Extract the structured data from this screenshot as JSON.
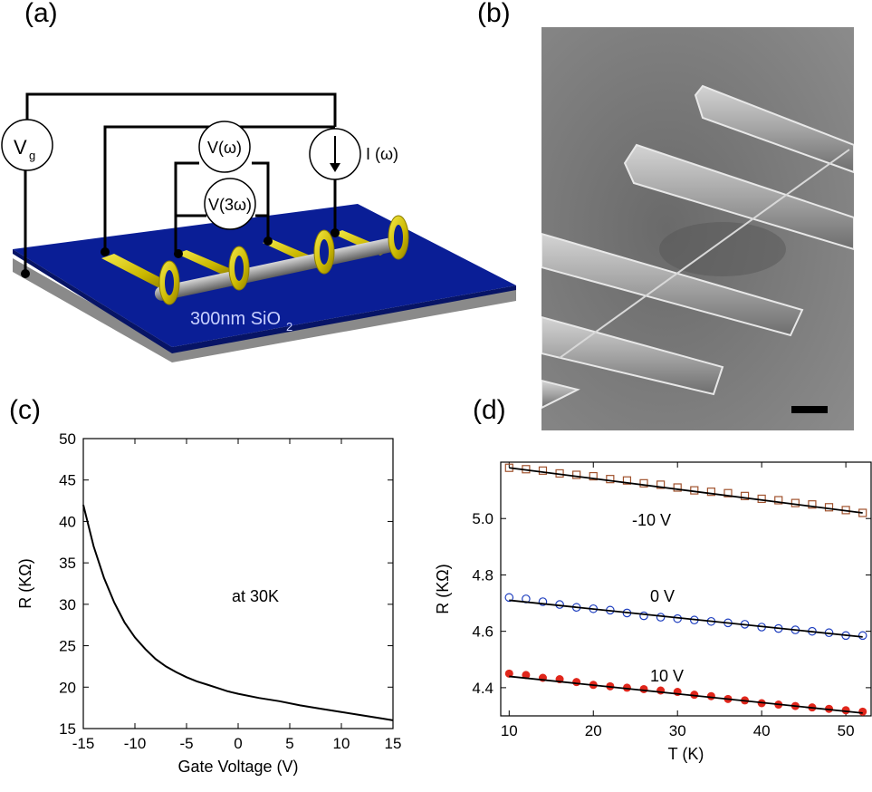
{
  "labels": {
    "a": "(a)",
    "b": "(b)",
    "c": "(c)",
    "d": "(d)"
  },
  "schematic": {
    "vg": "V",
    "vg_sub": "g",
    "v_omega": "V(ω)",
    "v_3omega": "V(3ω)",
    "i_omega": "I (ω)",
    "substrate_text": "300nm SiO",
    "substrate_sub": "2",
    "colors": {
      "substrate": "#0a1e96",
      "gold": "#d6c400",
      "wire": "#9a9a9a"
    }
  },
  "chart_data": [
    {
      "type": "line",
      "panel": "c",
      "xlabel": "Gate Voltage (V)",
      "ylabel": "R (KΩ)",
      "xlim": [
        -15,
        15
      ],
      "ylim": [
        15,
        50
      ],
      "xticks": [
        -15,
        -10,
        -5,
        0,
        5,
        10,
        15
      ],
      "yticks": [
        15,
        20,
        25,
        30,
        35,
        40,
        45,
        50
      ],
      "annotation": "at 30K",
      "series": [
        {
          "x": [
            -15,
            -14,
            -13,
            -12,
            -11,
            -10,
            -9,
            -8,
            -7,
            -6,
            -5,
            -4,
            -3,
            -2,
            -1,
            0,
            2,
            4,
            6,
            8,
            10,
            12,
            14,
            15
          ],
          "values": [
            42,
            37,
            33.2,
            30.2,
            27.8,
            26,
            24.6,
            23.4,
            22.5,
            21.8,
            21.2,
            20.7,
            20.3,
            19.9,
            19.5,
            19.2,
            18.7,
            18.3,
            17.8,
            17.4,
            17.0,
            16.6,
            16.2,
            16.0
          ]
        }
      ]
    },
    {
      "type": "scatter",
      "panel": "d",
      "xlabel": "T (K)",
      "ylabel": "R (KΩ)",
      "xlim": [
        9,
        53
      ],
      "ylim": [
        4.3,
        5.2
      ],
      "xticks": [
        10,
        20,
        30,
        40,
        50
      ],
      "yticks": [
        4.4,
        4.6,
        4.8,
        5.0
      ],
      "series": [
        {
          "name": "-10 V",
          "marker": "open-square",
          "color": "#a0522d",
          "x": [
            10,
            12,
            14,
            16,
            18,
            20,
            22,
            24,
            26,
            28,
            30,
            32,
            34,
            36,
            38,
            40,
            42,
            44,
            46,
            48,
            50,
            52
          ],
          "values": [
            5.18,
            5.175,
            5.17,
            5.16,
            5.155,
            5.15,
            5.14,
            5.135,
            5.125,
            5.12,
            5.11,
            5.1,
            5.095,
            5.09,
            5.08,
            5.07,
            5.065,
            5.055,
            5.05,
            5.04,
            5.03,
            5.02
          ],
          "fit": [
            5.18,
            5.02
          ]
        },
        {
          "name": "0 V",
          "marker": "open-circle",
          "color": "#1f3fbf",
          "x": [
            10,
            12,
            14,
            16,
            18,
            20,
            22,
            24,
            26,
            28,
            30,
            32,
            34,
            36,
            38,
            40,
            42,
            44,
            46,
            48,
            50,
            52
          ],
          "values": [
            4.72,
            4.715,
            4.705,
            4.695,
            4.685,
            4.68,
            4.675,
            4.665,
            4.655,
            4.65,
            4.645,
            4.64,
            4.635,
            4.63,
            4.625,
            4.615,
            4.61,
            4.605,
            4.6,
            4.595,
            4.585,
            4.585
          ],
          "fit": [
            4.71,
            4.58
          ]
        },
        {
          "name": "10 V",
          "marker": "filled-circle",
          "color": "#e0261b",
          "x": [
            10,
            12,
            14,
            16,
            18,
            20,
            22,
            24,
            26,
            28,
            30,
            32,
            34,
            36,
            38,
            40,
            42,
            44,
            46,
            48,
            50,
            52
          ],
          "values": [
            4.45,
            4.445,
            4.435,
            4.43,
            4.42,
            4.41,
            4.405,
            4.4,
            4.395,
            4.39,
            4.385,
            4.375,
            4.37,
            4.36,
            4.355,
            4.345,
            4.34,
            4.335,
            4.33,
            4.325,
            4.32,
            4.315
          ],
          "fit": [
            4.44,
            4.31
          ]
        }
      ]
    }
  ]
}
